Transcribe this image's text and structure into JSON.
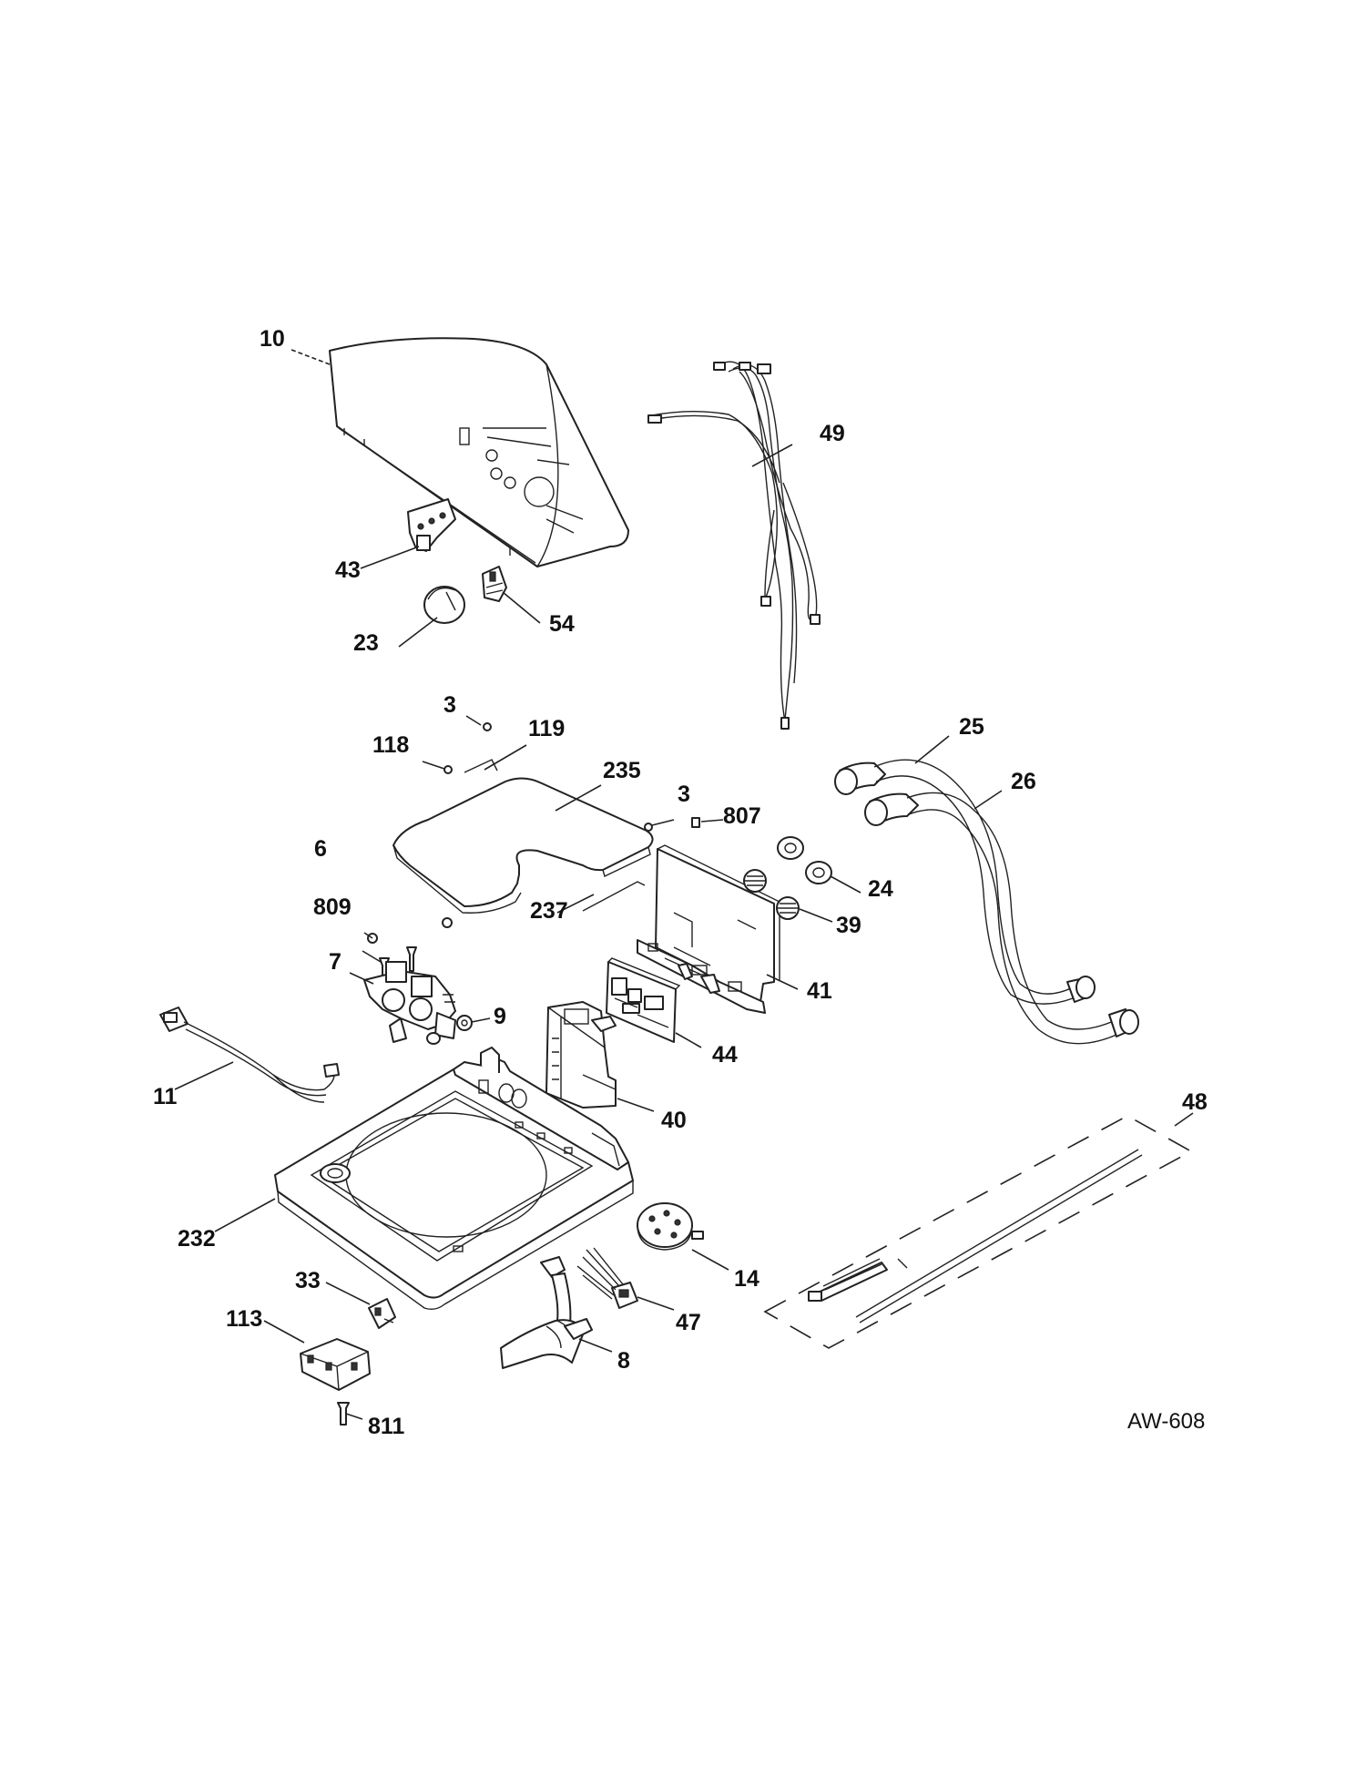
{
  "diagram": {
    "code": "AW-608",
    "labels": {
      "p10": "10",
      "p49": "49",
      "p43": "43",
      "p54": "54",
      "p23": "23",
      "p3a": "3",
      "p118": "118",
      "p119": "119",
      "p235": "235",
      "p3b": "3",
      "p807": "807",
      "p25": "25",
      "p26": "26",
      "p24": "24",
      "p6": "6",
      "p237": "237",
      "p39": "39",
      "p809": "809",
      "p7": "7",
      "p41": "41",
      "p9": "9",
      "p44": "44",
      "p11": "11",
      "p40": "40",
      "p48": "48",
      "p232": "232",
      "p14": "14",
      "p33": "33",
      "p113": "113",
      "p47": "47",
      "p8": "8",
      "p811": "811"
    }
  }
}
